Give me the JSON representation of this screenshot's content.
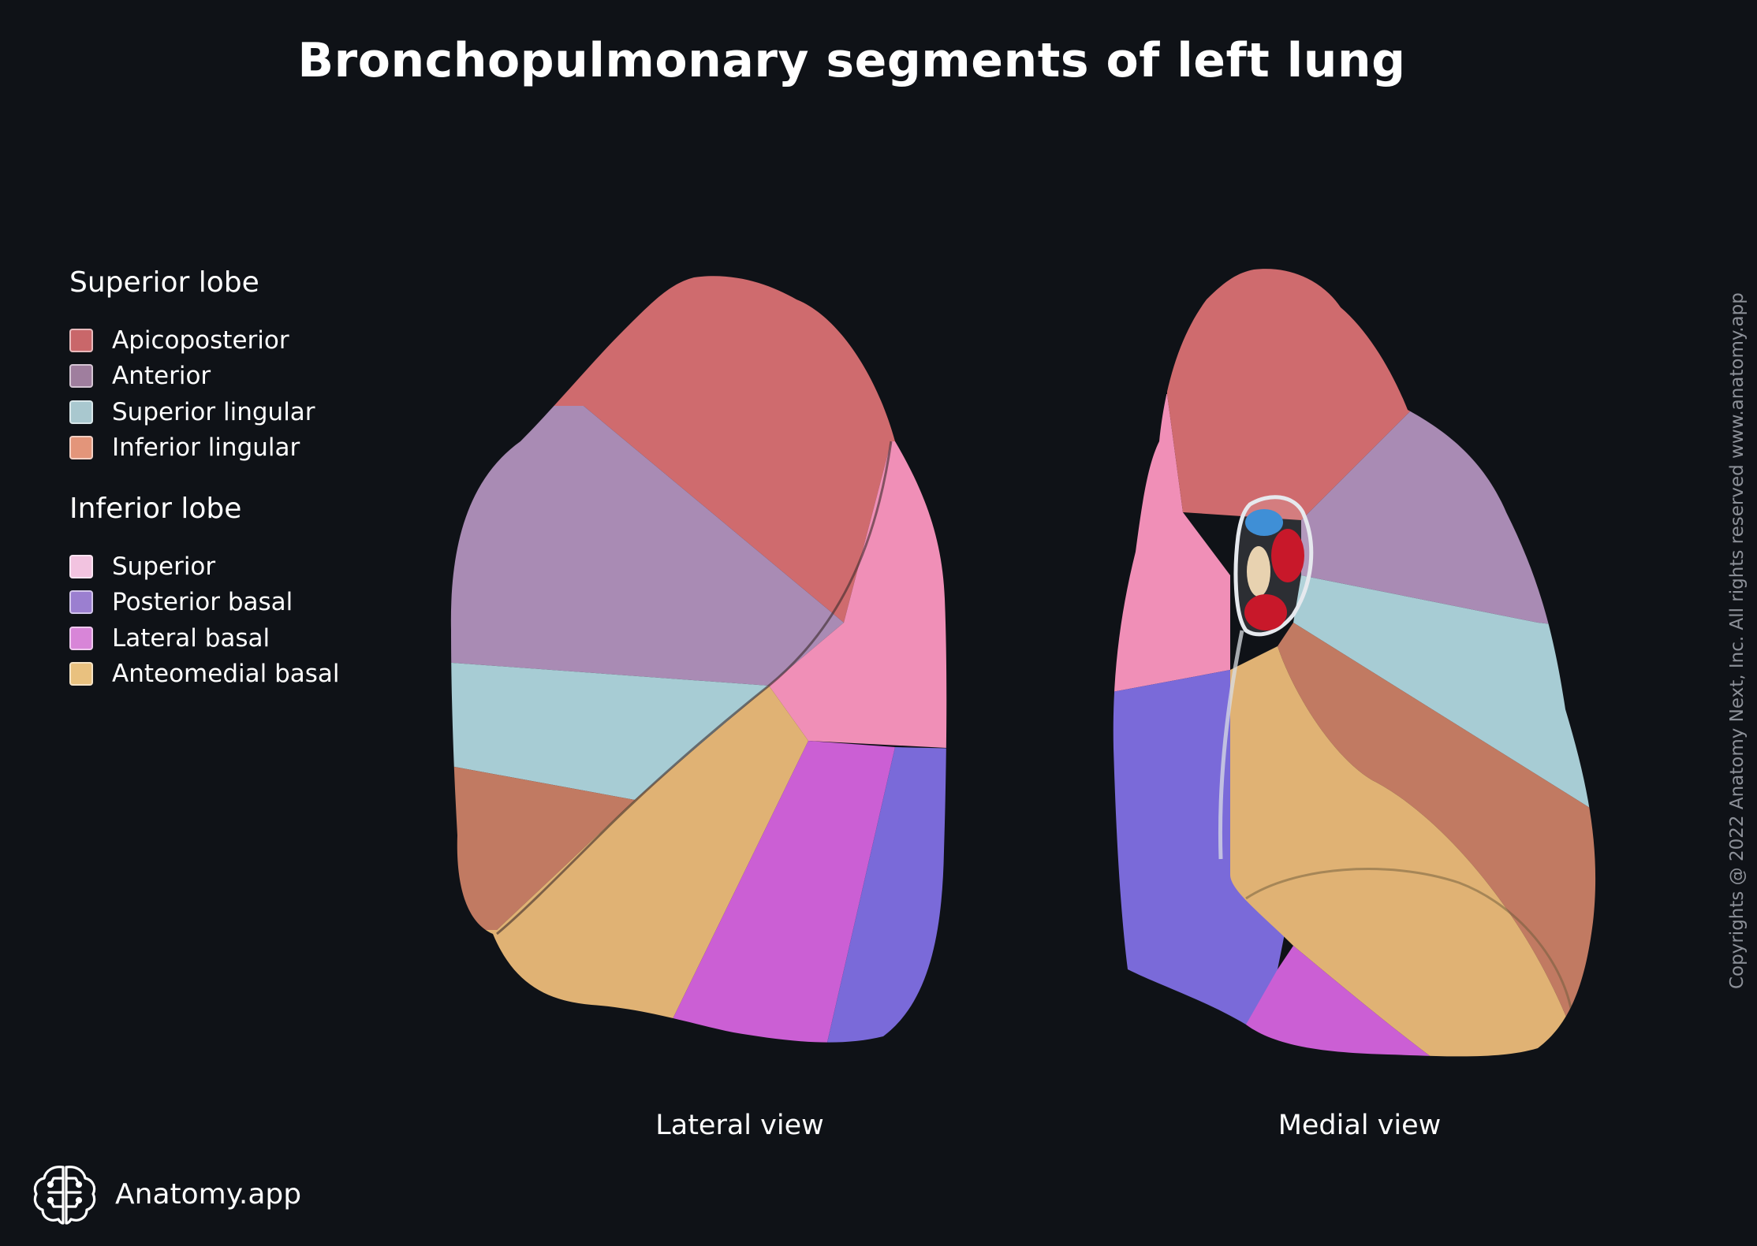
{
  "title": "Bronchopulmonary segments of left lung",
  "legend": {
    "superior": {
      "heading": "Superior lobe",
      "items": [
        {
          "label": "Apicoposterior",
          "color": "#c9676a"
        },
        {
          "label": "Anterior",
          "color": "#9f7e9e"
        },
        {
          "label": "Superior lingular",
          "color": "#a9c8cf"
        },
        {
          "label": "Inferior lingular",
          "color": "#e3957a"
        }
      ]
    },
    "inferior": {
      "heading": "Inferior lobe",
      "items": [
        {
          "label": "Superior",
          "color": "#f2c3e0"
        },
        {
          "label": "Posterior basal",
          "color": "#9b7fd0"
        },
        {
          "label": "Lateral basal",
          "color": "#d885d8"
        },
        {
          "label": "Anteomedial basal",
          "color": "#e9c17f"
        }
      ]
    }
  },
  "views": {
    "lateral": "Lateral view",
    "medial": "Medial view"
  },
  "copyright": "Copyrights @ 2022 Anatomy Next, Inc. All rights reserved www.anatomy.app",
  "brand": "Anatomy.app",
  "region_colors": {
    "apicoposterior": "#cf6b6e",
    "anterior": "#a98bb4",
    "superior_lingular": "#a7ccd4",
    "inferior_lingular": "#c17a62",
    "superior": "#f08fb7",
    "posterior_basal": "#7a6ad9",
    "lateral_basal": "#cb5fd4",
    "anteromedial_basal": "#e0b274",
    "hilum_vein": "#c8182a",
    "hilum_artery": "#3f8fd6",
    "hilum_bronchus": "#e8d2b0"
  }
}
